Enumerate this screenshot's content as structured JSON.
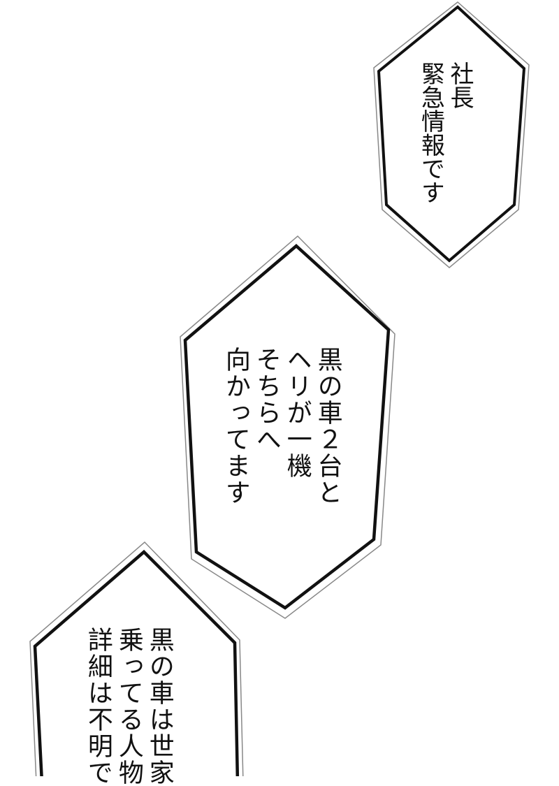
{
  "page": {
    "type": "manga-page",
    "background": "#ffffff",
    "line_color": "#111111"
  },
  "bubbles": [
    {
      "id": "bubble-1",
      "lines": [
        "社長",
        "緊急情報です"
      ],
      "text": "社長\n緊急情報です"
    },
    {
      "id": "bubble-2",
      "lines": [
        "黒の車２台と",
        "ヘリが一機",
        "そちらへ",
        "向かってます"
      ],
      "text": "黒の車２台と\nヘリが一機\nそちらへ\n向かってます"
    },
    {
      "id": "bubble-3",
      "lines": [
        "黒の車は世家",
        "乗ってる人物",
        "詳細は不明で"
      ],
      "text": "黒の車は世家\n乗ってる人物\n詳細は不明で"
    }
  ]
}
